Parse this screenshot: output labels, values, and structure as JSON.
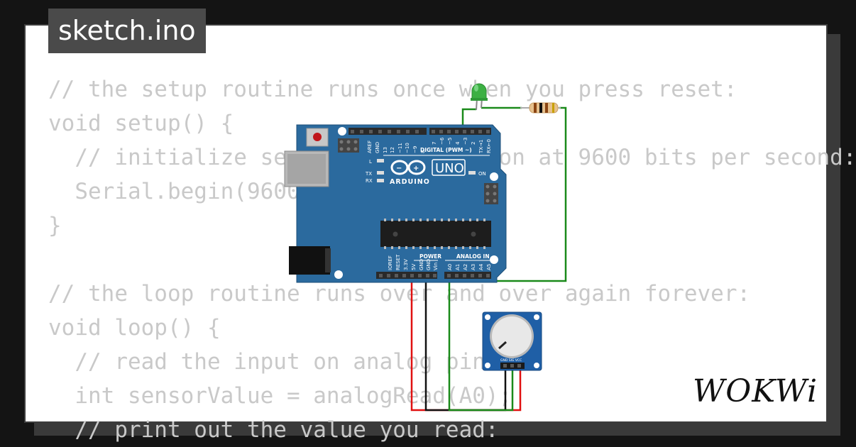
{
  "tab": {
    "title": "sketch.ino"
  },
  "code_lines": [
    "// the setup routine runs once when you press reset:",
    "void setup() {",
    "  // initialize serial communication at 9600 bits per second:",
    "  Serial.begin(9600);",
    "}",
    "",
    "// the loop routine runs over and over again forever:",
    "void loop() {",
    "  // read the input on analog pin 0:",
    "  int sensorValue = analogRead(A0);",
    "  // print out the value you read:"
  ],
  "board": {
    "model": "UNO",
    "brand": "ARDUINO",
    "digital_header": "DIGITAL (PWM ~)",
    "power_header": "POWER",
    "analog_header": "ANALOG IN",
    "on_label": "ON",
    "l_label": "L",
    "tx_label": "TX",
    "rx_label": "RX",
    "aref_pins": [
      "AREF",
      "GND",
      "13",
      "12",
      "~11",
      "~10",
      "~9",
      "8"
    ],
    "digital_pins": [
      "7",
      "~6",
      "~5",
      "4",
      "~3",
      "2",
      "TX→1",
      "RX←0"
    ],
    "power_pins": [
      "IOREF",
      "RESET",
      "3.3V",
      "5V",
      "GND",
      "GND",
      "Vin"
    ],
    "analog_pins": [
      "A0",
      "A1",
      "A2",
      "A3",
      "A4",
      "A5"
    ]
  },
  "potentiometer": {
    "pins_label": "GND SIG VCC"
  },
  "colors": {
    "board": "#2b6a9e",
    "wire_green": "#1a8a1a",
    "wire_red": "#e01010",
    "wire_black": "#111111",
    "led": "#3cb043"
  },
  "brand_logo": "WOKWi"
}
